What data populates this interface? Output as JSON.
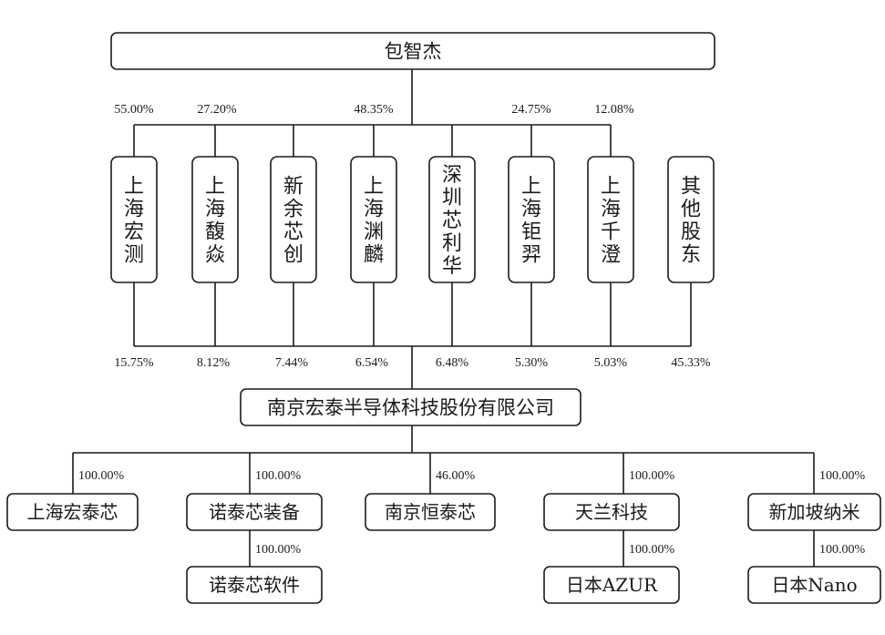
{
  "top": "包智杰",
  "top_pcts": [
    "55.00%",
    "27.20%",
    "48.35%",
    "24.75%",
    "12.08%"
  ],
  "shareholders": [
    "上海宏测",
    "上海馥焱",
    "新余芯创",
    "上海渊麟",
    "深圳芯利华",
    "上海钜羿",
    "上海千澄",
    "其他股东"
  ],
  "shareholder_pcts": [
    "15.75%",
    "8.12%",
    "7.44%",
    "6.54%",
    "6.48%",
    "5.30%",
    "5.03%",
    "45.33%"
  ],
  "company": "南京宏泰半导体科技股份有限公司",
  "subsidiaries": [
    {
      "name": "上海宏泰芯",
      "pct": "100.00%"
    },
    {
      "name": "诺泰芯装备",
      "pct": "100.00%"
    },
    {
      "name": "南京恒泰芯",
      "pct": "46.00%"
    },
    {
      "name": "天兰科技",
      "pct": "100.00%"
    },
    {
      "name": "新加坡纳米",
      "pct": "100.00%"
    }
  ],
  "sub_subsidiaries": [
    {
      "name": "诺泰芯软件",
      "pct": "100.00%"
    },
    {
      "name": "日本AZUR",
      "pct": "100.00%"
    },
    {
      "name": "日本Nano",
      "pct": "100.00%"
    }
  ]
}
